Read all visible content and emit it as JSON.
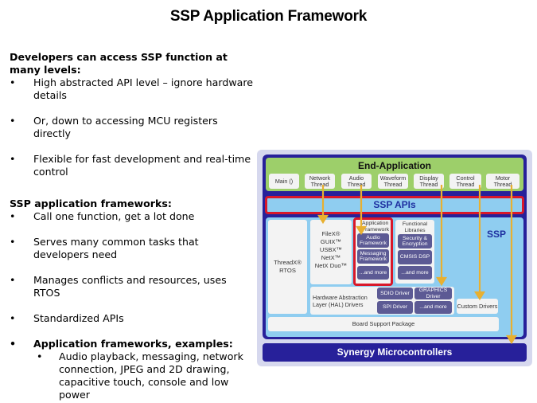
{
  "title": "SSP Application Framework",
  "section1": {
    "heading": "Developers can access SSP function at many levels:",
    "bullets": [
      "High abstracted API level – ignore hardware details",
      "Or, down to accessing MCU registers directly",
      "Flexible for fast development and real-time control"
    ]
  },
  "section2": {
    "heading": "SSP application frameworks:",
    "bullets": [
      "Call one function, get a lot done",
      "Serves many common tasks that developers need",
      "Manages conflicts and resources, uses RTOS",
      "Standardized APIs"
    ],
    "examples_heading": "Application frameworks, examples:",
    "examples": "Audio playback, messaging, network connection, JPEG and 2D drawing, capacitive touch, console and low power"
  },
  "bullet_glyph": "•",
  "diagram": {
    "end_application": "End-Application",
    "threads": [
      "Main ()",
      "Network Thread",
      "Audio Thread",
      "Waveform Thread",
      "Display Thread",
      "Control Thread",
      "Motor Thread"
    ],
    "ssp_apis": "SSP APIs",
    "ssp": "SSP",
    "threadx": "ThreadX® RTOS",
    "middleware": [
      "FileX®",
      "GUIX™",
      "USBX™",
      "NetX™",
      "NetX Duo™"
    ],
    "app_framework": {
      "title": "Application Framework",
      "items": [
        "Audio Framework",
        "Messaging Framework",
        "...and more"
      ]
    },
    "functional_libraries": {
      "title": "Functional Libraries",
      "items": [
        "Security & Encryption",
        "CMSIS DSP",
        "...and more"
      ]
    },
    "hal": {
      "title": "Hardware Abstraction Layer (HAL) Drivers",
      "items": [
        "SDIO Driver",
        "GRAPHICS Driver",
        "SPI Driver",
        "...and more"
      ]
    },
    "custom_drivers": "Custom Drivers",
    "bsp": "Board Support Package",
    "synergy": "Synergy Microcontrollers",
    "colors": {
      "frame": "#27209a",
      "end_app": "#9dcf6a",
      "ssp": "#8fcdf0",
      "highlight": "#d8182a",
      "component": "#5c5a94",
      "arrow": "#e8b030"
    }
  }
}
